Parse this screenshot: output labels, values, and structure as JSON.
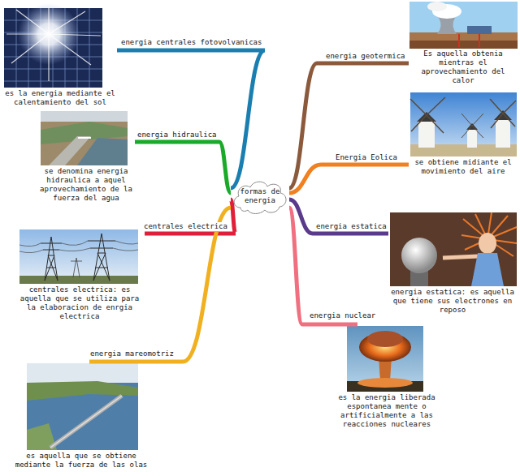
{
  "diagram": {
    "nodes": [
      {
        "text": [
          "formas de energia"
        ]
      },
      {
        "text": [
          "es la energia mediante el calentamiento del sol"
        ]
      },
      {
        "text": [
          "se denomina energia hidraulica a aquel aprovechamiento de la fuerza del agua"
        ]
      },
      {
        "text": [
          "centrales electrica: es aquella que se utiliza para la elaboracion de enrgia electrica"
        ]
      },
      {
        "text": [
          "es aquella que se obtiene mediante la fuerza de las olas"
        ]
      },
      {
        "text": [
          "Es aquella obtenia mientras el aprovechamiento del calor"
        ]
      },
      {
        "text": [
          "se obtiene midiante el movimiento del aire"
        ]
      },
      {
        "text": [
          "energia estatica: es aquella que tiene sus electrones en reposo"
        ]
      },
      {
        "text": [
          "es la energia liberada espontanea mente o artificialmente a las reacciones nucleares"
        ]
      }
    ],
    "edges": [
      {
        "from": 0,
        "to": 1,
        "label": "energia centrales fotovolvanicas",
        "arrow": "none"
      },
      {
        "from": 0,
        "to": 2,
        "label": "energia hidraulica",
        "arrow": "none"
      },
      {
        "from": 0,
        "to": 3,
        "label": "centrales electrica",
        "arrow": "none"
      },
      {
        "from": 0,
        "to": 4,
        "label": "energia mareomotriz",
        "arrow": "none"
      },
      {
        "from": 0,
        "to": 5,
        "label": "energia geotermica",
        "arrow": "none"
      },
      {
        "from": 0,
        "to": 6,
        "label": "Energia Eolica",
        "arrow": "none"
      },
      {
        "from": 0,
        "to": 7,
        "label": "energia estatica",
        "arrow": "none"
      },
      {
        "from": 0,
        "to": 8,
        "label": "energia nuclear",
        "arrow": "none"
      }
    ]
  }
}
